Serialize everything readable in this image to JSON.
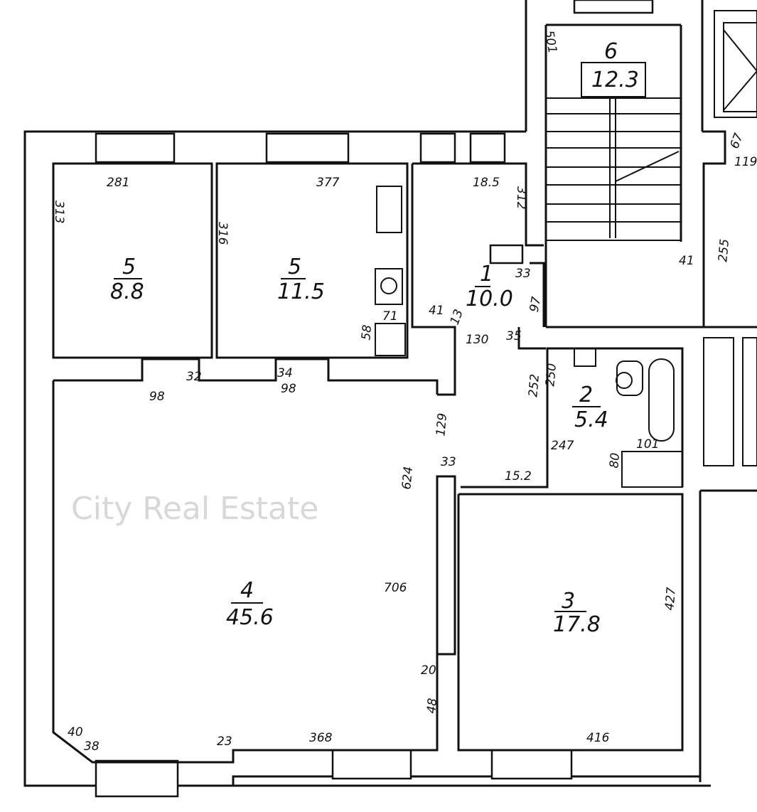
{
  "watermark": "City Real Estate",
  "rooms": [
    {
      "id": "room-5a",
      "number": "5",
      "area": "8.8"
    },
    {
      "id": "room-5b",
      "number": "5",
      "area": "11.5"
    },
    {
      "id": "room-1",
      "number": "1",
      "area": "10.0"
    },
    {
      "id": "room-2",
      "number": "2",
      "area": "5.4"
    },
    {
      "id": "room-3",
      "number": "3",
      "area": "17.8"
    },
    {
      "id": "room-4",
      "number": "4",
      "area": "45.6"
    },
    {
      "id": "room-6",
      "number": "6",
      "area": "12.3"
    }
  ],
  "dimensions": [
    "281",
    "313",
    "316",
    "377",
    "18.5",
    "312",
    "33",
    "97",
    "41",
    "13",
    "130",
    "35",
    "252",
    "250",
    "247",
    "101",
    "80",
    "15.2",
    "129",
    "33",
    "624",
    "706",
    "98",
    "32",
    "34",
    "98",
    "427",
    "416",
    "368",
    "40",
    "38",
    "23",
    "20",
    "48",
    "501",
    "67",
    "119",
    "41",
    "255",
    "58",
    "71"
  ]
}
